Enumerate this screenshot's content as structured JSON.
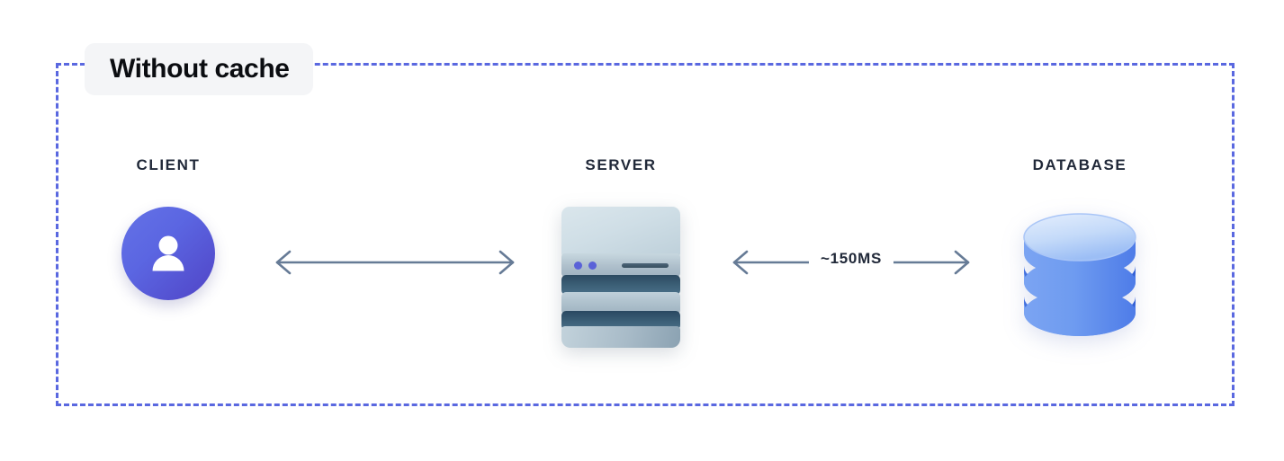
{
  "diagram": {
    "title": "Without cache",
    "border_color": "#5a68e0",
    "badge_bg": "#f4f5f7",
    "label_color": "#212939"
  },
  "nodes": [
    {
      "id": "client",
      "label": "CLIENT",
      "icon": "user-avatar-icon",
      "color": "#5b66e2"
    },
    {
      "id": "server",
      "label": "SERVER",
      "icon": "server-stack-icon",
      "color": "#3d6178"
    },
    {
      "id": "database",
      "label": "DATABASE",
      "icon": "database-cylinder-icon",
      "color": "#5b86ec"
    }
  ],
  "connections": [
    {
      "id": "client-server",
      "from": "client",
      "to": "server",
      "label": "",
      "direction": "bidirectional",
      "color": "#667b96"
    },
    {
      "id": "server-database",
      "from": "server",
      "to": "database",
      "label": "~150MS",
      "direction": "bidirectional",
      "color": "#667b96"
    }
  ]
}
